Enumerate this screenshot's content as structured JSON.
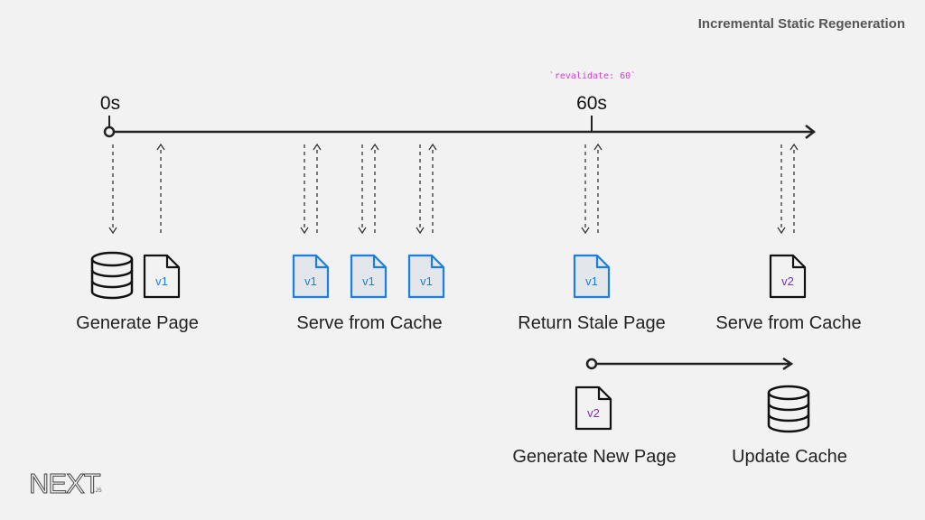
{
  "title": "Incremental Static Regeneration",
  "revalidate_note": "`revalidate: 60`",
  "timeline": {
    "start_label": "0s",
    "mid_label": "60s"
  },
  "steps": {
    "generate_page": "Generate Page",
    "serve_cache_1": "Serve from Cache",
    "return_stale": "Return Stale Page",
    "serve_cache_2": "Serve from Cache",
    "generate_new": "Generate New Page",
    "update_cache": "Update Cache"
  },
  "docs": {
    "d1": "v1",
    "d2": "v1",
    "d3": "v1",
    "d4": "v1",
    "d5": "v1",
    "d6": "v2",
    "d7": "v2"
  },
  "logo": {
    "main": "NEXT",
    "sub": ".JS"
  },
  "colors": {
    "blue": "#1a7fe0",
    "blue_fill": "#e3e6ea",
    "purple": "#7a2fc2",
    "magenta": "#d63bd6",
    "ink": "#222222"
  }
}
